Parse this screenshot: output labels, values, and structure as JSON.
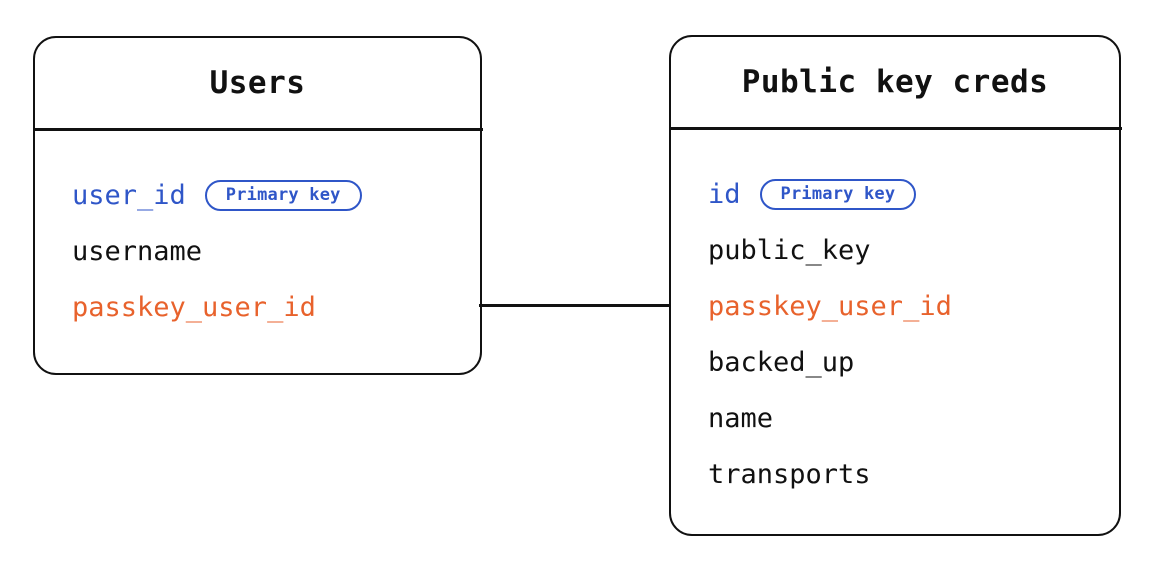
{
  "diagram": {
    "type": "entity-relationship-diagram",
    "background_color": "#ffffff",
    "colors": {
      "border": "#111111",
      "text": "#111111",
      "primary_key": "#2f56c8",
      "foreign_key": "#e8622c"
    },
    "badge_label": "Primary key",
    "entities": [
      {
        "id": "users",
        "title": "Users",
        "fields": [
          {
            "name": "user_id",
            "role": "primary_key",
            "badge": "Primary key"
          },
          {
            "name": "username",
            "role": "plain",
            "badge": ""
          },
          {
            "name": "passkey_user_id",
            "role": "foreign_key",
            "badge": ""
          }
        ]
      },
      {
        "id": "credentials",
        "title": "Public key creds",
        "fields": [
          {
            "name": "id",
            "role": "primary_key",
            "badge": "Primary key"
          },
          {
            "name": "public_key",
            "role": "plain",
            "badge": ""
          },
          {
            "name": "passkey_user_id",
            "role": "foreign_key",
            "badge": ""
          },
          {
            "name": "backed_up",
            "role": "plain",
            "badge": ""
          },
          {
            "name": "name",
            "role": "plain",
            "badge": ""
          },
          {
            "name": "transports",
            "role": "plain",
            "badge": ""
          }
        ]
      }
    ],
    "relationship": {
      "from": "users.passkey_user_id",
      "to": "credentials.passkey_user_id",
      "style": "solid-line"
    }
  }
}
